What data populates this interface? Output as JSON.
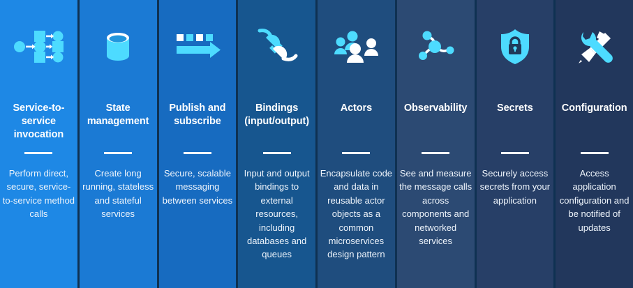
{
  "graphic": {
    "kind": "dapr-building-blocks-columns",
    "column_count": 8,
    "divider_color": "#ffffff",
    "title_color": "#ffffff",
    "description_color": "#eef4fb",
    "icon_accent_color": "#4ddbff",
    "icon_secondary_color": "#ffffff"
  },
  "columns": [
    {
      "id": "service-to-service-invocation",
      "icon": "service-invocation-icon",
      "title": "Service-to-service invocation",
      "description": "Perform direct, secure, service-to-service method calls",
      "bg": "#1e88e5"
    },
    {
      "id": "state-management",
      "icon": "database-cylinder-icon",
      "title": "State management",
      "description": "Create long running, stateless and stateful services",
      "bg": "#1b7ad4"
    },
    {
      "id": "publish-and-subscribe",
      "icon": "pubsub-arrow-icon",
      "title": "Publish and subscribe",
      "description": "Secure, scalable messaging between services",
      "bg": "#176bc0"
    },
    {
      "id": "bindings-input-output",
      "icon": "plug-connector-icon",
      "title": "Bindings (input/output)",
      "description": "Input and output bindings to external resources, including databases and queues",
      "bg": "#17568f"
    },
    {
      "id": "actors",
      "icon": "people-group-icon",
      "title": "Actors",
      "description": "Encapsulate code and data in reusable actor objects as a common microservices design pattern",
      "bg": "#1f4d7e"
    },
    {
      "id": "observability",
      "icon": "graph-nodes-icon",
      "title": "Observability",
      "description": "See and measure the message calls across components and networked services",
      "bg": "#2c4a73"
    },
    {
      "id": "secrets",
      "icon": "shield-lock-icon",
      "title": "Secrets",
      "description": "Securely access secrets from your application",
      "bg": "#273f67"
    },
    {
      "id": "configuration",
      "icon": "wrench-screwdriver-icon",
      "title": "Configuration",
      "description": "Access application configuration and be notified of updates",
      "bg": "#22375c"
    }
  ]
}
